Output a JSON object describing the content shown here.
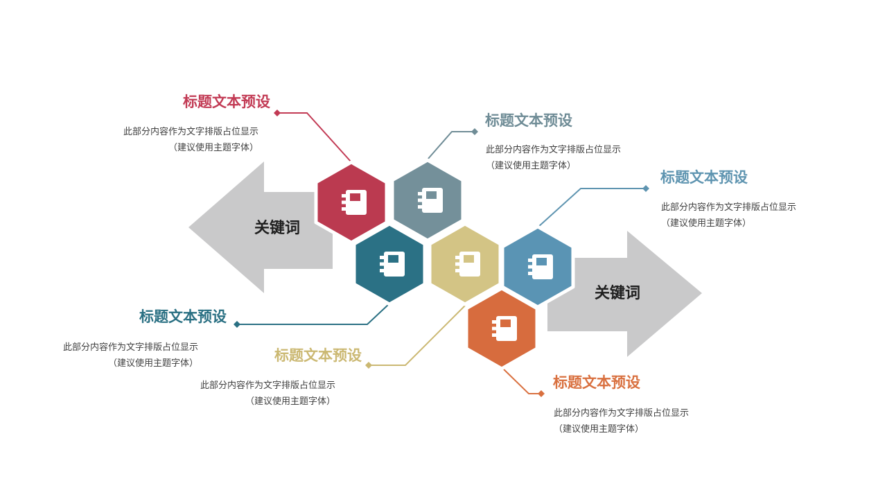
{
  "canvas": {
    "background": "#ffffff"
  },
  "arrows": {
    "fill": "#C9C9CA",
    "label_color": "#1F1F1F",
    "left": {
      "label": "关键词"
    },
    "right": {
      "label": "关键词"
    }
  },
  "desc_color": "#3F3F3F",
  "hexagons": [
    {
      "id": "crimson",
      "color": "#BB3A50",
      "icon": "notebook-icon"
    },
    {
      "id": "slate",
      "color": "#74909A",
      "icon": "notebook-icon"
    },
    {
      "id": "teal",
      "color": "#2B7185",
      "icon": "notebook-icon"
    },
    {
      "id": "khaki",
      "color": "#D3C485",
      "icon": "notebook-icon"
    },
    {
      "id": "steel-blue",
      "color": "#5A94B4",
      "icon": "notebook-icon"
    },
    {
      "id": "orange",
      "color": "#D76C3E",
      "icon": "notebook-icon"
    }
  ],
  "callouts": [
    {
      "id": "crimson",
      "title": "标题文本预设",
      "color": "#C23A54",
      "desc": [
        "此部分内容作为文字排版占位显示",
        "（建议使用主题字体）"
      ]
    },
    {
      "id": "slate",
      "title": "标题文本预设",
      "color": "#6F8C96",
      "desc": [
        "此部分内容作为文字排版占位显示",
        "（建议使用主题字体）"
      ]
    },
    {
      "id": "steel-blue",
      "title": "标题文本预设",
      "color": "#5E94B0",
      "desc": [
        "此部分内容作为文字排版占位显示",
        "（建议使用主题字体）"
      ]
    },
    {
      "id": "teal",
      "title": "标题文本预设",
      "color": "#2A7083",
      "desc": [
        "此部分内容作为文字排版占位显示",
        "（建议使用主题字体）"
      ]
    },
    {
      "id": "khaki",
      "title": "标题文本预设",
      "color": "#CBB872",
      "desc": [
        "此部分内容作为文字排版占位显示",
        "（建议使用主题字体）"
      ]
    },
    {
      "id": "orange",
      "title": "标题文本预设",
      "color": "#D9703F",
      "desc": [
        "此部分内容作为文字排版占位显示",
        "（建议使用主题字体）"
      ]
    }
  ]
}
